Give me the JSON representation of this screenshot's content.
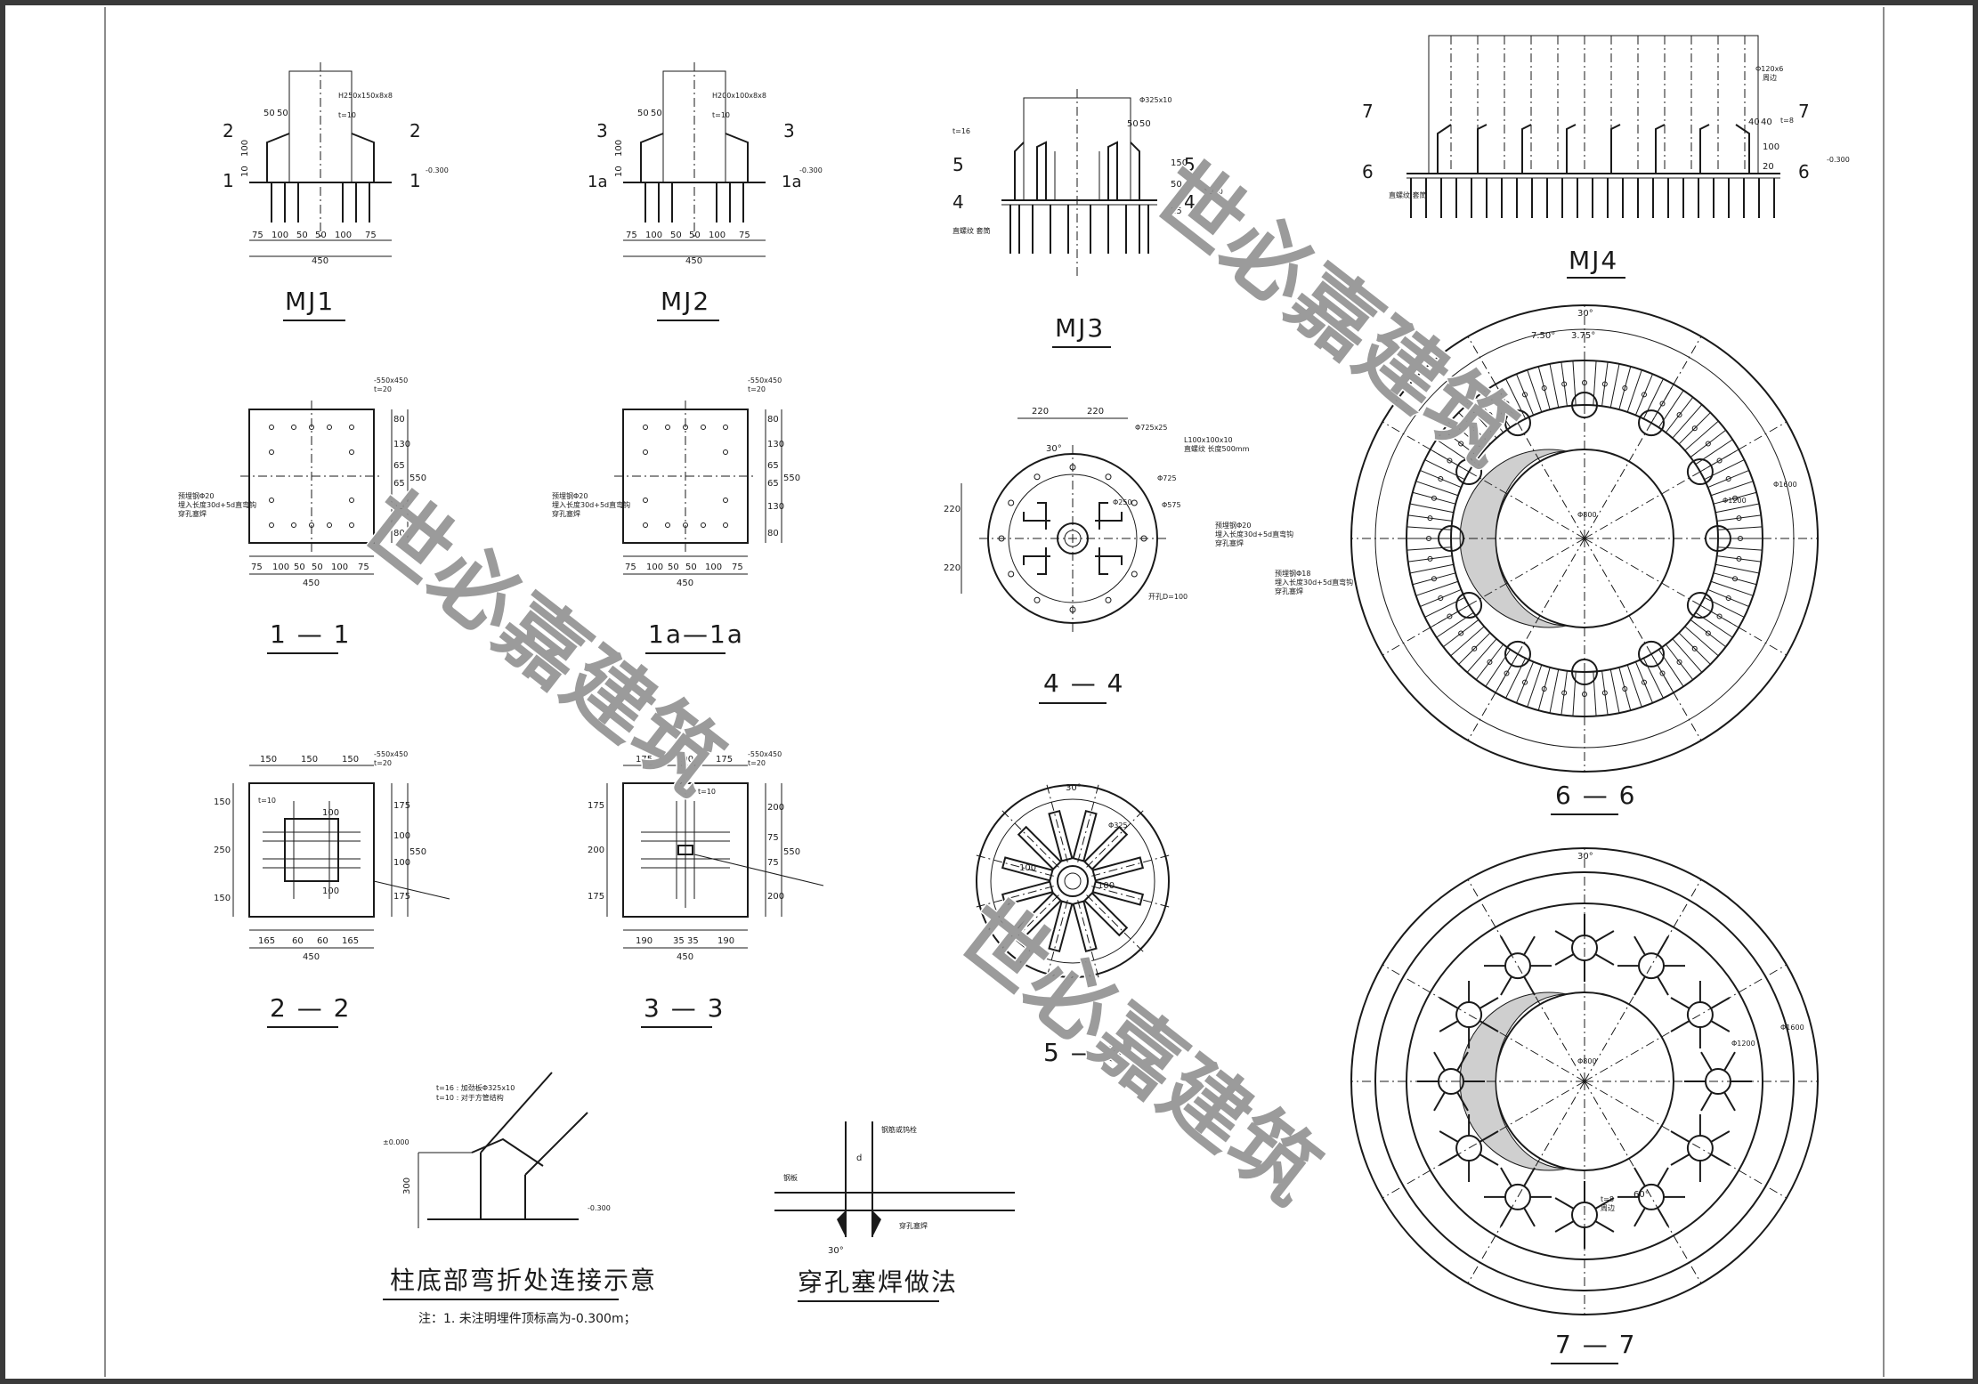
{
  "drawings": {
    "mj1": {
      "title": "MJ1",
      "dims_bottom": [
        "75",
        "100",
        "50",
        "50",
        "100",
        "75"
      ],
      "total": "450",
      "cut_top": "2",
      "cut_bottom": "1",
      "plate": "-0.300",
      "dim_top": [
        "50",
        "50"
      ],
      "dim_side": [
        "100",
        "10"
      ],
      "note_top": "H250x150x8x8",
      "note_t": "t=10"
    },
    "mj2": {
      "title": "MJ2",
      "dims_bottom": [
        "75",
        "100",
        "50",
        "50",
        "100",
        "75"
      ],
      "total": "450",
      "cut_top": "3",
      "cut_bottom": "1a",
      "plate": "-0.300",
      "dim_top": [
        "50",
        "50"
      ],
      "dim_side": [
        "100",
        "10"
      ],
      "note_top": "H200x100x8x8",
      "note_t": "t=10"
    },
    "mj3": {
      "title": "MJ3",
      "cut_top": "5",
      "cut_bottom": "4",
      "plate": "-0.300",
      "note_top": "Φ325x10",
      "note_t": "t=16",
      "dim_side": [
        "150",
        "50",
        "25"
      ],
      "dim_top": [
        "50",
        "50"
      ],
      "anchor_note": "直螺纹 套筒"
    },
    "mj4": {
      "title": "MJ4",
      "cut_top": "7",
      "cut_bottom": "6",
      "plate": "-0.300",
      "note_top": "Φ120x6",
      "note_sub": "周边",
      "note_t": "t=8",
      "dim_top": [
        "40",
        "40"
      ],
      "dim_side": [
        "100",
        "20"
      ],
      "anchor_note": "直螺纹 套筒"
    },
    "s11": {
      "title": "1 — 1",
      "plate_note": "-550x450",
      "plate_t": "t=20",
      "left_note": [
        "预埋钢Φ20",
        "埋入长度30d+5d直弯钩",
        "穿孔塞焊"
      ],
      "dims_bottom": [
        "75",
        "100",
        "50",
        "50",
        "100",
        "75"
      ],
      "total": "450",
      "dims_right": [
        "80",
        "130",
        "65",
        "65",
        "130",
        "80"
      ],
      "total_right": "550"
    },
    "s1a": {
      "title": "1a—1a",
      "plate_note": "-550x450",
      "plate_t": "t=20",
      "left_note": [
        "预埋钢Φ20",
        "埋入长度30d+5d直弯钩",
        "穿孔塞焊"
      ],
      "dims_bottom": [
        "75",
        "100",
        "50",
        "50",
        "100",
        "75"
      ],
      "total": "450",
      "dims_right": [
        "80",
        "130",
        "65",
        "65",
        "130",
        "80"
      ],
      "total_right": "550"
    },
    "s22": {
      "title": "2 — 2",
      "plate_note": "-550x450",
      "plate_t": "t=20",
      "dims_top": [
        "150",
        "150",
        "150"
      ],
      "dims_bottom": [
        "165",
        "60",
        "60",
        "165"
      ],
      "total": "450",
      "dims_left": [
        "150",
        "250",
        "150"
      ],
      "dims_right": [
        "175",
        "100",
        "100",
        "175"
      ],
      "total_right": "550",
      "t_note": "t=10",
      "inner": [
        "100",
        "100"
      ]
    },
    "s33": {
      "title": "3 — 3",
      "plate_note": "-550x450",
      "plate_t": "t=20",
      "dims_top": [
        "175",
        "100",
        "175"
      ],
      "dims_bottom": [
        "190",
        "35",
        "35",
        "190"
      ],
      "total": "450",
      "dims_left": [
        "175",
        "200",
        "175"
      ],
      "dims_right": [
        "200",
        "75",
        "75",
        "200"
      ],
      "total_right": "550",
      "t_note": "t=10"
    },
    "s44": {
      "title": "4 — 4",
      "dims_top": [
        "220",
        "220"
      ],
      "dims_left": [
        "220",
        "220"
      ],
      "angle": "30°",
      "labels": [
        "Φ725x25",
        "L100x100x10",
        "直螺纹 长度500mm",
        "Φ725",
        "Φ575",
        "Φ250",
        "预埋钢Φ20",
        "埋入长度30d+5d直弯钩",
        "穿孔塞焊",
        "开孔D=100"
      ]
    },
    "s55": {
      "title": "5 — 5",
      "angle": "30°",
      "labels": [
        "Φ325",
        "100",
        "100"
      ]
    },
    "s66": {
      "title": "6 — 6",
      "angle": "30°",
      "labels": [
        "7.50°",
        "3.75°",
        "Φ1600",
        "Φ1200",
        "Φ800"
      ],
      "left_note": [
        "预埋钢Φ18",
        "埋入长度30d+5d直弯钩",
        "穿孔塞焊"
      ]
    },
    "s77": {
      "title": "7 — 7",
      "angle": "30°",
      "labels": [
        "Φ1600",
        "Φ1200",
        "Φ800",
        "60°"
      ],
      "note_t": "t=8",
      "note_sub": "周边"
    },
    "bend": {
      "title": "柱底部弯折处连接示意",
      "notes": [
        "t=16 : 加劲板Φ325x10",
        "t=10 : 对于方管结构"
      ],
      "elev": "±0.000",
      "dim": "300",
      "plate": "-0.300"
    },
    "plug": {
      "title": "穿孔塞焊做法",
      "labels": [
        "钢筋或钨栓",
        "钢板",
        "穿孔塞焊",
        "d",
        "30°"
      ]
    }
  },
  "footnote": "注：1. 未注明埋件顶标高为-0.300m；",
  "watermark": [
    "世必嘉建筑",
    "世必嘉建筑",
    "世必嘉建筑"
  ]
}
